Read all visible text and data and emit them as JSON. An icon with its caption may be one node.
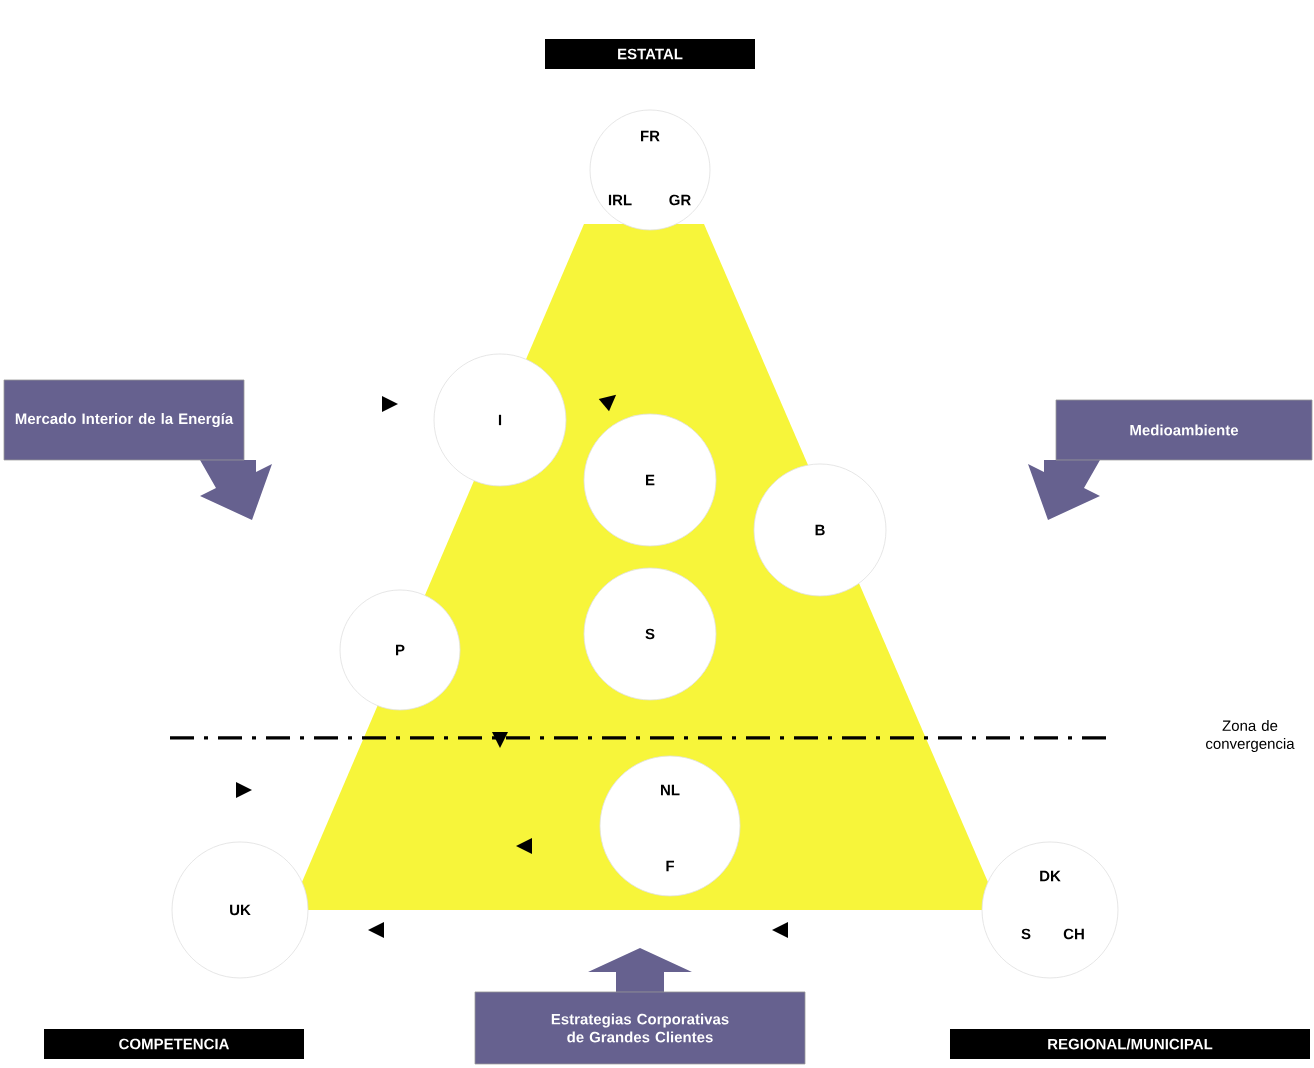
{
  "diagram": {
    "nodes": [
      {
        "text": [
          "ESTATAL"
        ]
      },
      {
        "text": [
          "FR",
          "IRL",
          "GR"
        ]
      },
      {
        "text": [
          "Mercado Interior de la Energía"
        ]
      },
      {
        "text": [
          "I"
        ]
      },
      {
        "text": [
          "E"
        ]
      },
      {
        "text": [
          "Medioambiente"
        ]
      },
      {
        "text": [
          "B"
        ]
      },
      {
        "text": [
          "P"
        ]
      },
      {
        "text": [
          "S"
        ]
      },
      {
        "text": [
          "NL",
          "F"
        ]
      },
      {
        "text": [
          "UK"
        ]
      },
      {
        "text": [
          "DK",
          "S",
          "CH"
        ]
      },
      {
        "text": [
          "COMPETENCIA"
        ]
      },
      {
        "text": [
          "Estrategias Corporativas de Grandes Clientes"
        ]
      },
      {
        "text": [
          "REGIONAL/MUNICIPAL"
        ]
      }
    ],
    "labels": [
      "Zona de convergencia"
    ]
  }
}
